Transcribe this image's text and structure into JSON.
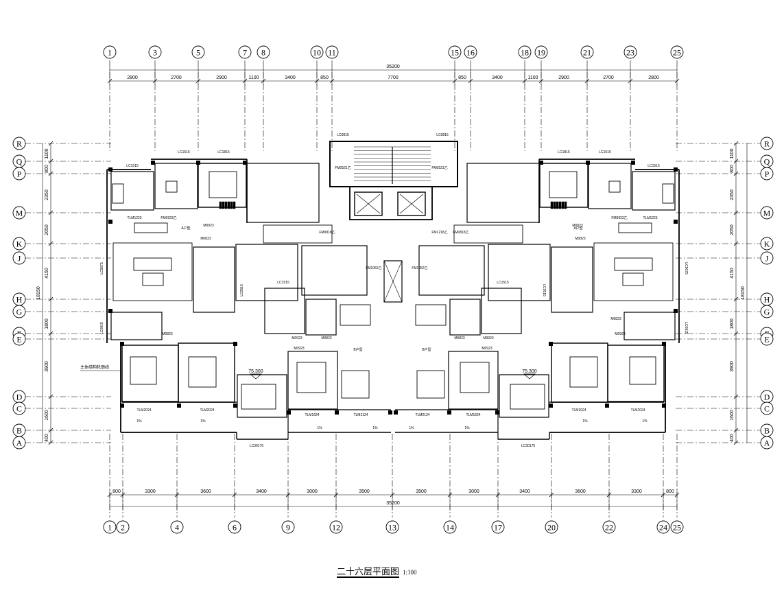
{
  "title": "二十六层平面图",
  "scale": "1:100",
  "top_axes": [
    "1",
    "3",
    "5",
    "7",
    "8",
    "10",
    "11",
    "15",
    "16",
    "18",
    "19",
    "21",
    "23",
    "25"
  ],
  "top_dims": [
    "2800",
    "2700",
    "2900",
    "1100",
    "3400",
    "850",
    "7700",
    "850",
    "3400",
    "1100",
    "2900",
    "2700",
    "2800"
  ],
  "bottom_axes": [
    "1",
    "2",
    "4",
    "6",
    "9",
    "12",
    "13",
    "14",
    "17",
    "20",
    "22",
    "24",
    "25"
  ],
  "bottom_dims": [
    "800",
    "3300",
    "3600",
    "3400",
    "3000",
    "3500",
    "3500",
    "3000",
    "3400",
    "3600",
    "3300",
    "800"
  ],
  "total_width": "35200",
  "row_axes": [
    "R",
    "Q",
    "P",
    "M",
    "K",
    "J",
    "H",
    "G",
    "F",
    "E",
    "D",
    "C",
    "B",
    "A"
  ],
  "side_dims": [
    "1100",
    "800",
    "2350",
    "2050",
    "4150",
    "1800",
    "3900",
    "1600",
    "400"
  ],
  "total_depth": "18150",
  "elevation": "75.300",
  "note_label": "主体结构轮廓线",
  "window_labels": {
    "lc0815": "LC0815",
    "lc1515": "LC1515",
    "lc1815": "LC1815",
    "lc5675": "LC5675",
    "lc0915": "LC0915",
    "lc0515": "LC0515",
    "lc30175": "LC30175",
    "tlm1223": "TLM1223",
    "tlm2024": "TLM2024",
    "tlm2124": "TLM2124",
    "tlm1624": "TLM1624"
  },
  "door_labels": {
    "m0923": "M0923",
    "m0823": "M0823",
    "fm0923": "FM0923乙",
    "fm0521": "FM0521乙",
    "fm0818": "FM0818乙",
    "fm1218": "FM1218乙",
    "fm1052": "FM1052乙"
  },
  "unit_labels": {
    "a": "A户型",
    "b": "B户型"
  },
  "slope": "1%"
}
